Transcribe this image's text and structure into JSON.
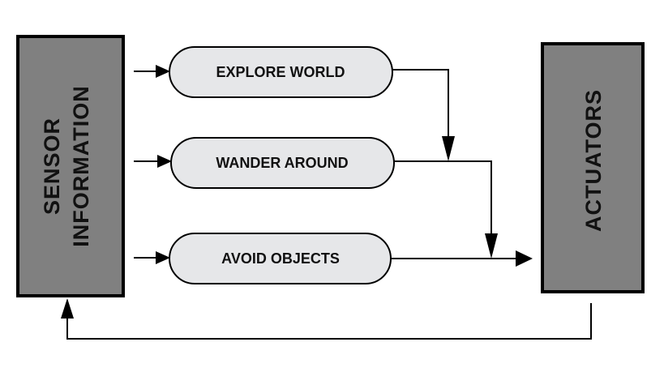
{
  "blocks": {
    "sensor": {
      "line1": "SENSOR",
      "line2": "INFORMATION"
    },
    "actuators": {
      "label": "ACTUATORS"
    }
  },
  "behaviors": [
    {
      "label": "EXPLORE WORLD"
    },
    {
      "label": "WANDER AROUND"
    },
    {
      "label": "AVOID OBJECTS"
    }
  ],
  "colors": {
    "block_fill": "#808080",
    "behavior_fill": "#e6e7e9",
    "stroke": "#000000"
  }
}
